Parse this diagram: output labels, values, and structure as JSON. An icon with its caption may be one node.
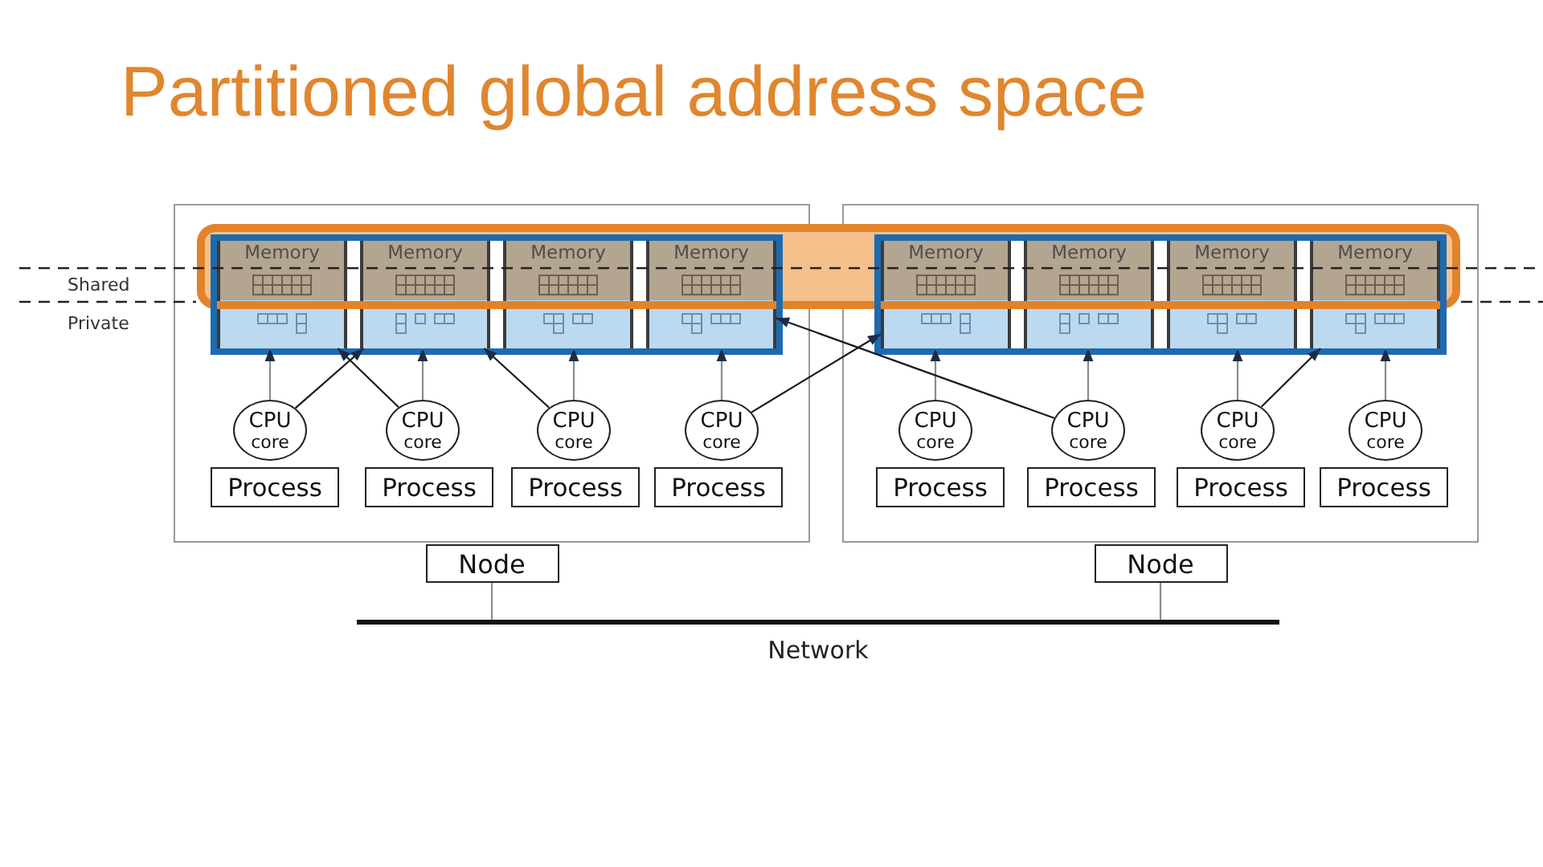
{
  "diagram": {
    "title": "Partitioned global address space",
    "nodes": [
      {
        "text": [],
        "shape": "box"
      },
      {
        "text": [
          "Memory"
        ],
        "in": 0
      },
      {
        "text": [
          "Memory"
        ],
        "in": 0
      },
      {
        "text": [
          "Memory"
        ],
        "in": 0
      },
      {
        "text": [
          "Memory"
        ],
        "in": 0
      },
      {
        "text": [
          "CPU",
          "core"
        ],
        "in": 0
      },
      {
        "text": [
          "CPU",
          "core"
        ],
        "in": 0
      },
      {
        "text": [
          "CPU",
          "core"
        ],
        "in": 0
      },
      {
        "text": [
          "CPU",
          "core"
        ],
        "in": 0
      },
      {
        "text": [
          "Process"
        ],
        "in": 0
      },
      {
        "text": [
          "Process"
        ],
        "in": 0
      },
      {
        "text": [
          "Process"
        ],
        "in": 0
      },
      {
        "text": [
          "Process"
        ],
        "in": 0
      },
      {
        "text": [
          "Node"
        ]
      },
      {
        "text": [],
        "shape": "box"
      },
      {
        "text": [
          "Memory"
        ],
        "in": 14
      },
      {
        "text": [
          "Memory"
        ],
        "in": 14
      },
      {
        "text": [
          "Memory"
        ],
        "in": 14
      },
      {
        "text": [
          "Memory"
        ],
        "in": 14
      },
      {
        "text": [
          "CPU",
          "core"
        ],
        "in": 14
      },
      {
        "text": [
          "CPU",
          "core"
        ],
        "in": 14
      },
      {
        "text": [
          "CPU",
          "core"
        ],
        "in": 14
      },
      {
        "text": [
          "CPU",
          "core"
        ],
        "in": 14
      },
      {
        "text": [
          "Process"
        ],
        "in": 14
      },
      {
        "text": [
          "Process"
        ],
        "in": 14
      },
      {
        "text": [
          "Process"
        ],
        "in": 14
      },
      {
        "text": [
          "Process"
        ],
        "in": 14
      },
      {
        "text": [
          "Node"
        ]
      },
      {
        "text": [
          "Network"
        ]
      }
    ],
    "edges": [
      {
        "from": 5,
        "to": 1,
        "arrow": "to"
      },
      {
        "from": 5,
        "to": 2,
        "arrow": "to",
        "color": "#1a1a1a"
      },
      {
        "from": 6,
        "to": 2,
        "arrow": "to"
      },
      {
        "from": 6,
        "to": 1,
        "arrow": "to",
        "color": "#1a1a1a"
      },
      {
        "from": 7,
        "to": 3,
        "arrow": "to"
      },
      {
        "from": 7,
        "to": 2,
        "arrow": "to",
        "color": "#1a1a1a"
      },
      {
        "from": 8,
        "to": 4,
        "arrow": "to"
      },
      {
        "from": 8,
        "to": 15,
        "arrow": "to",
        "color": "#1a1a1a"
      },
      {
        "from": 19,
        "to": 15,
        "arrow": "to"
      },
      {
        "from": 20,
        "to": 16,
        "arrow": "to"
      },
      {
        "from": 20,
        "to": 4,
        "arrow": "to",
        "color": "#1a1a1a"
      },
      {
        "from": 21,
        "to": 17,
        "arrow": "to"
      },
      {
        "from": 21,
        "to": 18,
        "arrow": "to",
        "color": "#1a1a1a"
      },
      {
        "from": 22,
        "to": 18,
        "arrow": "to"
      },
      {
        "from": 13,
        "to": 28,
        "arrow": "none"
      },
      {
        "from": 27,
        "to": 28,
        "arrow": "none"
      }
    ],
    "labels": [
      "Shared",
      "Private"
    ]
  }
}
